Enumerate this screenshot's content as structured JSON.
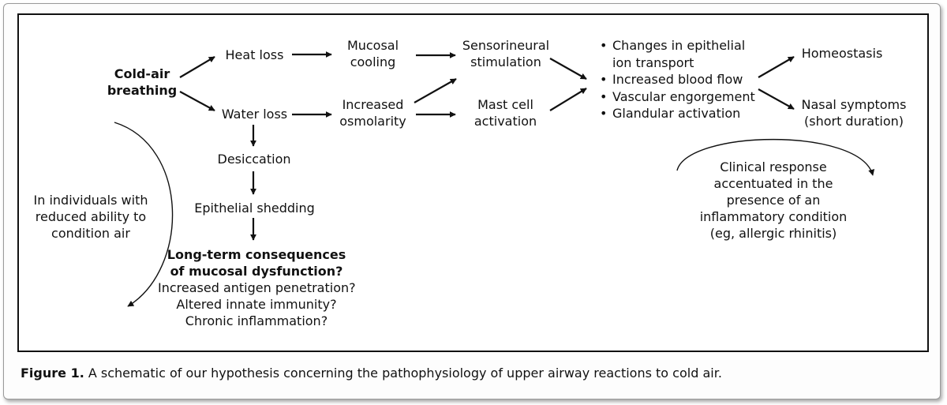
{
  "diagram": {
    "source": [
      "Cold-air",
      "breathing"
    ],
    "heat_loss": "Heat loss",
    "water_loss": "Water loss",
    "mucosal_cooling": [
      "Mucosal",
      "cooling"
    ],
    "increased_osmolarity": [
      "Increased",
      "osmolarity"
    ],
    "sensorineural": [
      "Sensorineural",
      "stimulation"
    ],
    "mast_cell": [
      "Mast cell",
      "activation"
    ],
    "effects": [
      "Changes in epithelial",
      "ion transport",
      "Increased blood flow",
      "Vascular engorgement",
      "Glandular activation"
    ],
    "homeostasis": "Homeostasis",
    "nasal_symptoms": [
      "Nasal symptoms",
      "(short duration)"
    ],
    "desiccation": "Desiccation",
    "epithelial_shedding": "Epithelial shedding",
    "long_term": [
      "Long-term consequences",
      "of mucosal dysfunction?"
    ],
    "questions": [
      "Increased antigen penetration?",
      "Altered innate immunity?",
      "Chronic inflammation?"
    ],
    "reduced_ability": [
      "In individuals with",
      "reduced ability to",
      "condition air"
    ],
    "clinical_response": [
      "Clinical response",
      "accentuated in the",
      "presence of an",
      "inflammatory condition",
      "(eg, allergic rhinitis)"
    ]
  },
  "caption": {
    "label": "Figure 1.",
    "text": " A schematic of our hypothesis concerning the pathophysiology of upper airway reactions to cold air."
  }
}
